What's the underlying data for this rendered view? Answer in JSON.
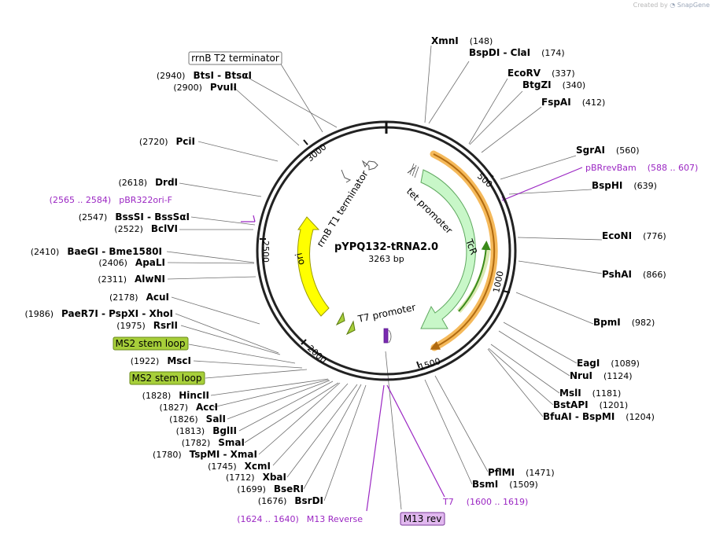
{
  "credit": {
    "prefix": "Created by",
    "brand": "SnapGene"
  },
  "plasmid": {
    "name": "pYPQ132-tRNA2.0",
    "size_label": "3263 bp",
    "length": 3263
  },
  "colors": {
    "tetR_fill": "#c8f7c8",
    "tetR_stroke": "#5fa85f",
    "ori_fill": "#ffff00",
    "ori_stroke": "#9a9a00",
    "ms2_fill": "#a7cf3a",
    "primer": "#9b27c3",
    "highlight": "#f5b95a",
    "arrow_brown": "#b06a10",
    "arrow_green": "#3a8a1a"
  },
  "ticks": [
    "500",
    "1000",
    "1500",
    "2000",
    "2500",
    "3000"
  ],
  "features": {
    "tet_promoter": "tet promoter",
    "tcr": "TcR",
    "t7_promoter": "T7 promoter",
    "rrnb_t1": "rrnB T1 terminator",
    "ori": "ori"
  },
  "right_labels": [
    {
      "name": "XmnI",
      "pos": "(148)"
    },
    {
      "name": "BspDI  -  ClaI",
      "pos": "(174)"
    },
    {
      "name": "EcoRV",
      "pos": "(337)"
    },
    {
      "name": "BtgZI",
      "pos": "(340)"
    },
    {
      "name": "FspAI",
      "pos": "(412)"
    },
    {
      "name": "SgrAI",
      "pos": "(560)"
    },
    {
      "name": "pBRrevBam",
      "pos": "(588 .. 607)",
      "primer": true
    },
    {
      "name": "BspHI",
      "pos": "(639)"
    },
    {
      "name": "EcoNI",
      "pos": "(776)"
    },
    {
      "name": "PshAI",
      "pos": "(866)"
    },
    {
      "name": "BpmI",
      "pos": "(982)"
    },
    {
      "name": "EagI",
      "pos": "(1089)"
    },
    {
      "name": "NruI",
      "pos": "(1124)"
    },
    {
      "name": "MslI",
      "pos": "(1181)"
    },
    {
      "name": "BstAPI",
      "pos": "(1201)"
    },
    {
      "name": "BfuAI  -  BspMI",
      "pos": "(1204)"
    },
    {
      "name": "PflMI",
      "pos": "(1471)"
    },
    {
      "name": "BsmI",
      "pos": "(1509)"
    },
    {
      "name": "T7",
      "pos": "(1600 .. 1619)",
      "primer": true
    }
  ],
  "left_labels": [
    {
      "name": "BtsI  -  BtsαI",
      "pos": "(2940)"
    },
    {
      "name": "PvuII",
      "pos": "(2900)"
    },
    {
      "name": "PciI",
      "pos": "(2720)"
    },
    {
      "name": "DrdI",
      "pos": "(2618)"
    },
    {
      "name": "pBR322ori-F",
      "pos": "(2565 .. 2584)",
      "primer": true
    },
    {
      "name": "BssSI  -  BssSαI",
      "pos": "(2547)"
    },
    {
      "name": "BclVI",
      "pos": "(2522)"
    },
    {
      "name": "BaeGI  -  Bme1580I",
      "pos": "(2410)"
    },
    {
      "name": "ApaLI",
      "pos": "(2406)"
    },
    {
      "name": "AlwNI",
      "pos": "(2311)"
    },
    {
      "name": "AcuI",
      "pos": "(2178)"
    },
    {
      "name": "PaeR7I  -  PspXI  -  XhoI",
      "pos": "(1986)"
    },
    {
      "name": "RsrII",
      "pos": "(1975)"
    },
    {
      "name": "MscI",
      "pos": "(1922)"
    },
    {
      "name": "HincII",
      "pos": "(1828)"
    },
    {
      "name": "AccI",
      "pos": "(1827)"
    },
    {
      "name": "SalI",
      "pos": "(1826)"
    },
    {
      "name": "BglII",
      "pos": "(1813)"
    },
    {
      "name": "SmaI",
      "pos": "(1782)"
    },
    {
      "name": "TspMI  -  XmaI",
      "pos": "(1780)"
    },
    {
      "name": "XcmI",
      "pos": "(1745)"
    },
    {
      "name": "XbaI",
      "pos": "(1712)"
    },
    {
      "name": "BseRI",
      "pos": "(1699)"
    },
    {
      "name": "BsrDI",
      "pos": "(1676)"
    },
    {
      "name": "M13 Reverse",
      "pos": "(1624 .. 1640)",
      "primer": true
    }
  ],
  "boxed": {
    "rrnb_t2": "rrnB T2 terminator",
    "ms2_a": "MS2 stem loop",
    "ms2_b": "MS2 stem loop",
    "m13rev": "M13 rev"
  }
}
